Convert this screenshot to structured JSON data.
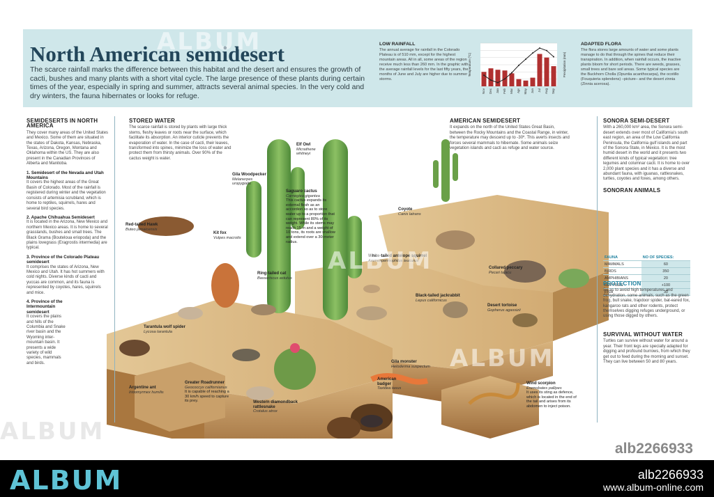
{
  "header": {
    "title": "North American semidesert",
    "intro": "The scarce rainfall marks the difference between this habitat and the desert and ensures the growth of cacti, bushes and many plants with a short vital cycle. The large presence of these plants during certain times of the year, especially in spring and summer, attracts several animal species. In the very cold and dry winters, the fauna hibernates or looks for refuge.",
    "rain_title": "LOW RAINFALL",
    "rain_text": "The annual average for rainfall in the Colorado Plateau is of 510 mm, except for the highest mountain areas. All in all, some areas of the region receive much less than 260 mm. In the graphic with the average rainfall levels for the last fifty years, the months of June and July are higher due to summer storms.",
    "flora_title": "ADAPTED FLORA",
    "flora_text": "The flora stores large amounts of water and some plants manage to do that through the spines that reduce their transpiration. In addition, when rainfall occurs, the inactive plants bloom for short periods. There are weeds, grasses, small trees and bare soil areas. Some typical species are the Buckhorn Cholla (Opuntia acanthocarpa), the ocotillo (Fouquieria splendens) –picture– and the desert zinnia (Zinnia acerosa)."
  },
  "chart_data": {
    "type": "bar",
    "categories": [
      "Nov",
      "Dec",
      "Jan",
      "Feb",
      "Mar",
      "Apr",
      "May",
      "Jun",
      "Jul",
      "Aug",
      "Sep"
    ],
    "values": [
      20,
      25,
      23,
      22,
      18,
      10,
      8,
      12,
      45,
      40,
      28
    ],
    "temperature": [
      4,
      0,
      -2,
      1,
      6,
      12,
      17,
      22,
      26,
      24,
      19
    ],
    "xlabel": "",
    "ylabel": "Temperature (ºC)",
    "ylabel_right": "Precipitation (mm)",
    "colors": {
      "bar": "#b03030",
      "line": "#222222"
    }
  },
  "left": {
    "title": "SEMIDESERTS IN NORTH AMERICA",
    "intro": "They cover many areas of the United States and Mexico. Some of them are situated in the states of Dakota, Kansas, Nebraska, Texas, Arizona, Oregon, Montana and Oklahoma within the US. They are also present in the Canadian Provinces of Alberta and Manitoba.",
    "items": [
      {
        "h": "1. Semidesert of the Nevada and Utah Mountains",
        "t": "It covers the highest areas of the Great Basin of Colorado. Most of the rainfall is registered during winter and the vegetation consists of artemisia scrubland, which is home to reptiles, squirrels, hares and several bird species."
      },
      {
        "h": "2. Apache Chihuahua Semidesert",
        "t": "It is located in the Arizona, New Mexico and northern Mexico areas. It is home to several grasslands, bushes and small trees. The Black Grama (Bouteloua eriopoda) and the plains lovegrass (Eragrostis intermedia) are typical."
      },
      {
        "h": "3. Province of the Colorado Plateau semidesert",
        "t": "It comprises the states of Arizona, New Mexico and Utah. It has hot summers with cold nights. Diverse kinds of cacti and yuccas are common, and its fauna is represented by coyotes, hares, squirrels and mice."
      },
      {
        "h": "4. Province of the Intermountain semidesert",
        "t": "It covers the plains and hills of the Columbia and Snake river basin and the Wyoming inter-mountain basin. It presents a wide variety of wild species, mammals and birds."
      }
    ]
  },
  "stored": {
    "title": "STORED WATER",
    "text": "The scarce rainfall is stored by plants with large thick stems, fleshy leaves or roots near the surface, which facilitate its absorption. An interior cuticle prevents the evaporation of water. In the case of cacti, their leaves, transformed into spines, minimize the loss of water and protect them from thirsty animals. Over 90% of the cactus weight is water."
  },
  "american": {
    "title": "AMERICAN SEMIDESERT",
    "text": "It expands on the north of the United States Great Basin, between the Rocky Mountains and the Coastal Range, in winter, the temperature may descend up to -30º. This averts insects and forces several mammals to hibernate. Some animals seize vegetation islands and cacti as refuge and water source."
  },
  "sonora": {
    "title": "SONORA SEMI-DESERT",
    "text": "With a 260,000 km² area, the Sonora semi-desert extends over most of California's south east region, an area of the Low California Peninsula, the California gulf islands and part of the Sonora State, in Mexico. It is the most humid desert in the world and it presents two different kinds of typical vegetation: tree legumes and columnar cacti. It is home to over 2,000 plant species and it has a diverse and abundant fauna, with iguanas, rattlesnakes, turtles, coyotes and foxes, among others.",
    "animals_title": "SONORAN ANIMALS",
    "col1": "FAUNA",
    "col2": "NO OF SPECIES:",
    "rows": [
      {
        "k": "MAMMALS",
        "v": "60"
      },
      {
        "k": "BIRDS",
        "v": "350"
      },
      {
        "k": "AMPHIBIANS",
        "v": "20"
      },
      {
        "k": "REPTILES",
        "v": "+100"
      },
      {
        "k": "FISH",
        "v": "30"
      }
    ],
    "protection_title": "PROTECTION",
    "protection_text": "So as to avoid high temperatures and dehydration, some animals, such as the green frog, bull snake, trapdoor spider, bat-eared fox, kangaroo rats and other rodents, protect themselves digging refuges underground, or using those digged by others.",
    "survival_title": "SURVIVAL WITHOUT WATER",
    "survival_text": "Turtles can survive without water for around a year. Their front legs are specially adapted for digging and profound burrows, from which they get out to feed during the morning and sunset. They can live between 50 and 80 years."
  },
  "labels": [
    {
      "n": "Red-tailed Hawk",
      "s": "Buteo jamaicensis"
    },
    {
      "n": "Gila Woodpecker",
      "s": "Melanerpes uropygialis"
    },
    {
      "n": "Elf Owl",
      "s": "Micrathene whitneyi"
    },
    {
      "n": "Saguaro cactus",
      "s": "Carnegiea gigantea",
      "d": "This cactus expands its external flesh as an accordion so as to store water up to a proportion that can represent 80% of its weight. While its stems may reach 15 m and a weight of 10 tons, its roots are shallow and extend over a 30-meter radius."
    },
    {
      "n": "Kit fox",
      "s": "Vulpes macrotis"
    },
    {
      "n": "Ring-tailed cat",
      "s": "Bassariscus astutus"
    },
    {
      "n": "White-tailed antelope squirrel",
      "s": "Ammospermophilus leucurus"
    },
    {
      "n": "Coyote",
      "s": "Canis latrans"
    },
    {
      "n": "Collared peccary",
      "s": "Pecari tajacu"
    },
    {
      "n": "Black-tailed jackrabbit",
      "s": "Lepus californicus"
    },
    {
      "n": "Desert tortoise",
      "s": "Gopherus agassizii"
    },
    {
      "n": "Tarantula wolf spider",
      "s": "Lycosa tarantula"
    },
    {
      "n": "Argentine ant",
      "s": "Iridomyrmex humilis"
    },
    {
      "n": "Greater Roadrunner",
      "s": "Geococcyx californianus",
      "d": "It is capable of reaching a 30 km/h speed to capture its prey."
    },
    {
      "n": "Western diamondback rattlesnake",
      "s": "Crotalus atrox"
    },
    {
      "n": "Gila monster",
      "s": "Heloderma suspectum"
    },
    {
      "n": "American badger",
      "s": "Taxidea taxus"
    },
    {
      "n": "Wind scorpion",
      "s": "Eremobates pallipes",
      "d": "It uses its sting as defence, which is located in the end of the tail and arises from its abdomen to inject poison."
    }
  ],
  "footer": {
    "brand": "ALBUM",
    "stock_id": "alb2266933",
    "code": "alb2266933",
    "url": "www.album-online.com",
    "watermark": "ALBUM"
  }
}
